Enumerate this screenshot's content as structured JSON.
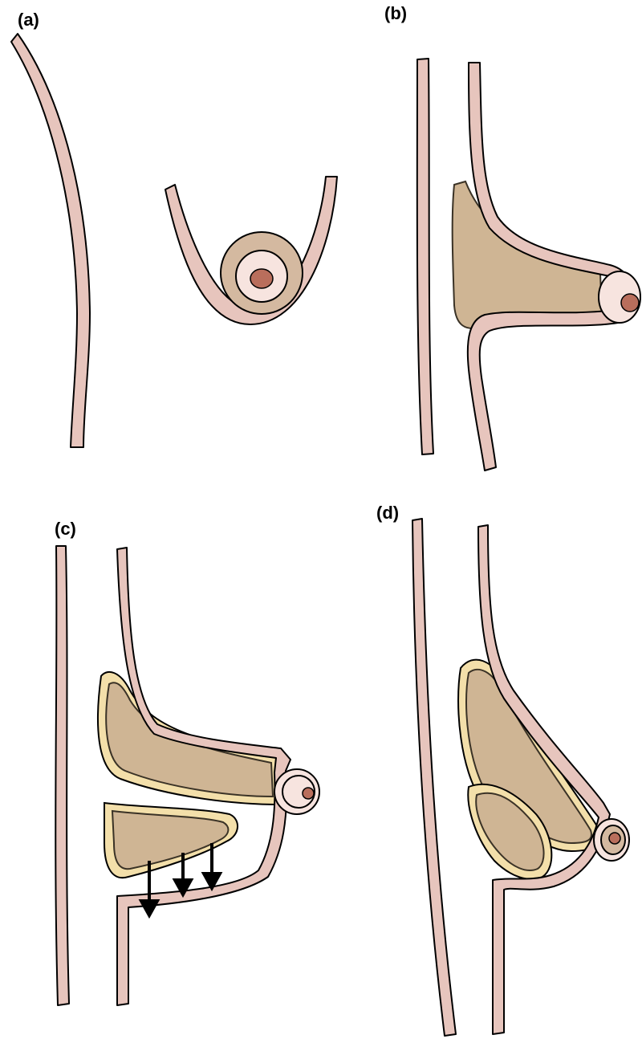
{
  "panels": [
    {
      "id": "a",
      "label": "(a)"
    },
    {
      "id": "b",
      "label": "(b)"
    },
    {
      "id": "c",
      "label": "(c)"
    },
    {
      "id": "d",
      "label": "(d)"
    }
  ],
  "colors": {
    "skin": "#e7c5bd",
    "gland": "#cfb594",
    "capsule": "#f3dfaa",
    "areola": "#f7e4df",
    "nipple": "#b96e5c"
  }
}
